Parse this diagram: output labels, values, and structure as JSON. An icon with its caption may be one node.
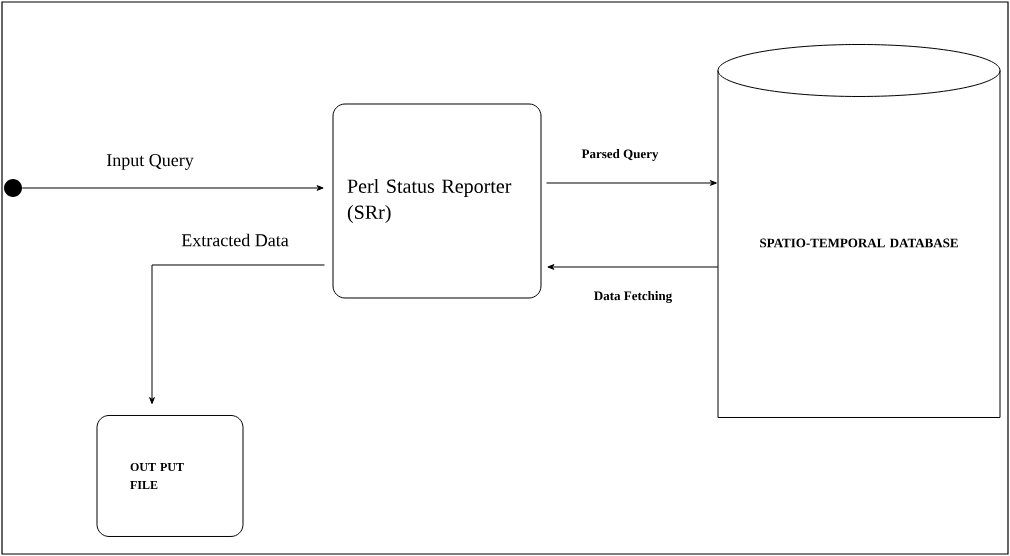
{
  "diagram": {
    "nodes": [
      {
        "text": [],
        "shape": "circle"
      },
      {
        "text": [
          "Perl Status Reporter (SRr)"
        ]
      },
      {
        "text": [
          "SPATIO-TEMPORAL DATABASE"
        ]
      },
      {
        "text": [
          "OUT PUT FILE"
        ]
      }
    ],
    "edges": [
      {
        "from": 0,
        "to": 1,
        "arrow": "to",
        "label": "Input Query"
      },
      {
        "from": 1,
        "to": 2,
        "arrow": "to",
        "label": "Parsed Query"
      },
      {
        "from": 2,
        "to": 1,
        "arrow": "to",
        "label": "Data Fetching"
      },
      {
        "from": 1,
        "to": 3,
        "arrow": "to",
        "label": "Extracted Data"
      }
    ]
  }
}
